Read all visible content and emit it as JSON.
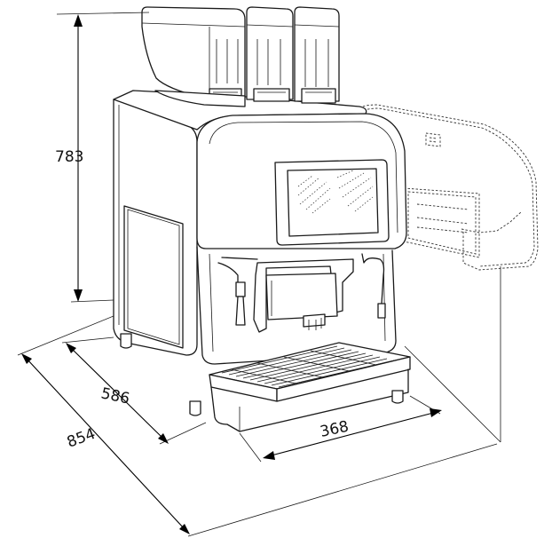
{
  "dimensions": {
    "height": "783",
    "depth_inner": "586",
    "depth_total": "854",
    "width": "368"
  }
}
